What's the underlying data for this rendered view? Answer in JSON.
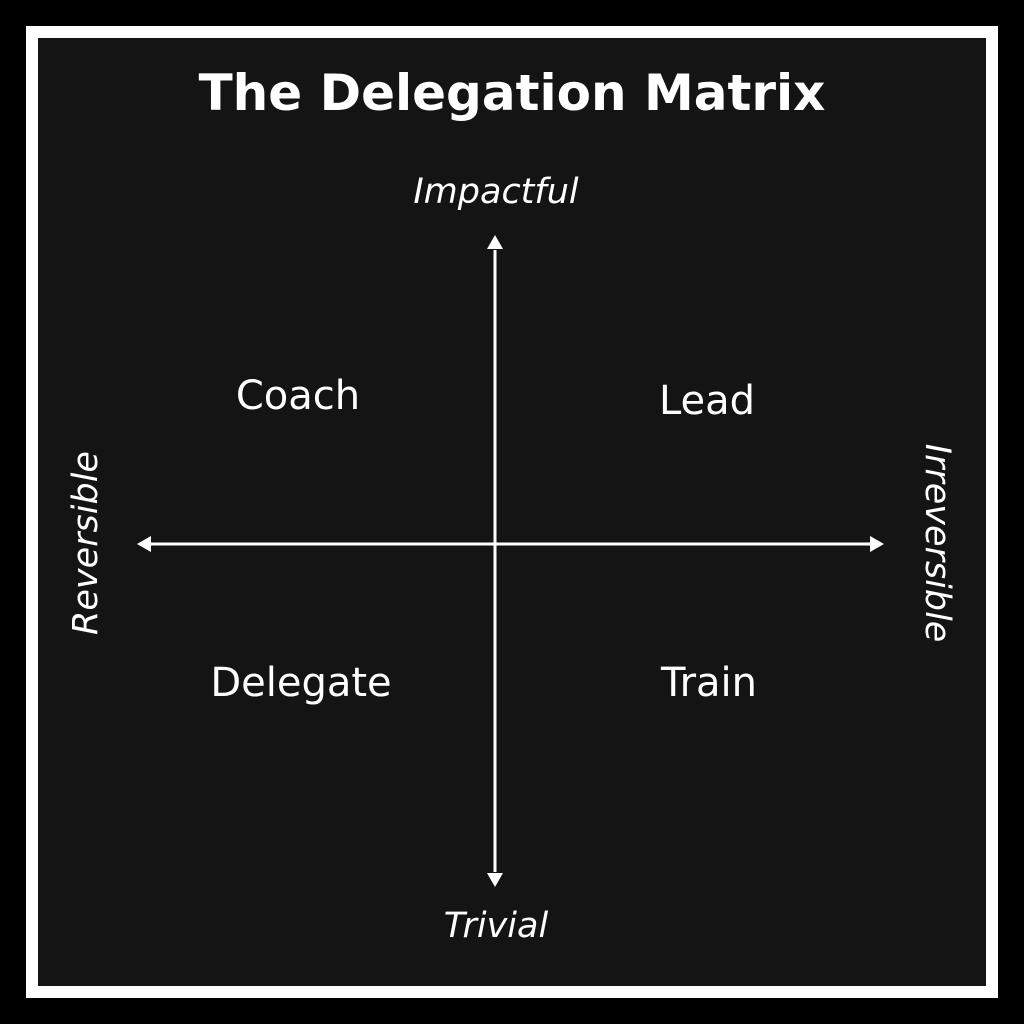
{
  "title": "The Delegation Matrix",
  "axes": {
    "top": "Impactful",
    "bottom": "Trivial",
    "left": "Reversible",
    "right": "Irreversible"
  },
  "quadrants": {
    "top_left": "Coach",
    "top_right": "Lead",
    "bottom_left": "Delegate",
    "bottom_right": "Train"
  },
  "colors": {
    "background": "#141414",
    "frame": "#ffffff",
    "text": "#ffffff"
  }
}
